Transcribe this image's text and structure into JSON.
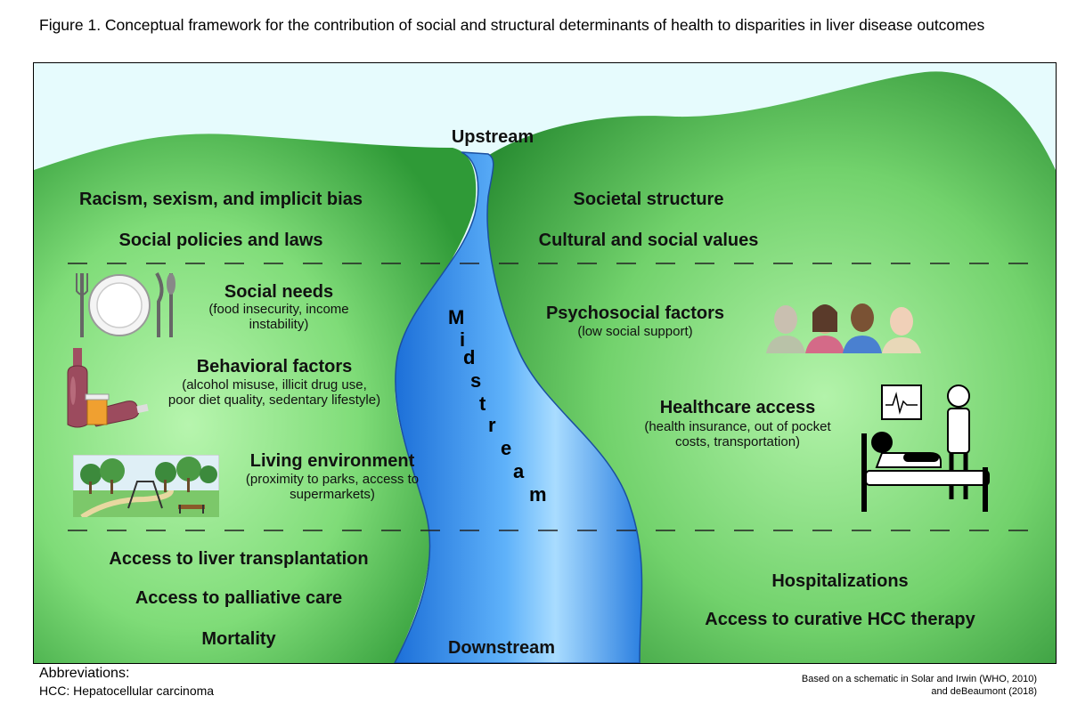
{
  "figure_title": "Figure 1. Conceptual framework for the contribution of social and structural determinants of health to disparities in liver disease outcomes",
  "stream": {
    "upstream": "Upstream",
    "midstream_letters": [
      "M",
      "i",
      "d",
      "s",
      "t",
      "r",
      "e",
      "a",
      "m"
    ],
    "downstream": "Downstream"
  },
  "upstream_left": [
    "Racism, sexism, and implicit bias",
    "Social policies and laws"
  ],
  "upstream_right": [
    "Societal structure",
    "Cultural and social values"
  ],
  "midstream_left": [
    {
      "title": "Social needs",
      "detail": [
        "(food insecurity, income",
        "instability)"
      ],
      "icon": "place-setting-icon"
    },
    {
      "title": "Behavioral factors",
      "detail": [
        "(alcohol misuse, illicit drug use,",
        "poor diet quality, sedentary lifestyle)"
      ],
      "icon": "bottles-icon"
    },
    {
      "title": "Living environment",
      "detail": [
        "(proximity to parks, access to",
        "supermarkets)"
      ],
      "icon": "park-icon"
    }
  ],
  "midstream_right": [
    {
      "title": "Psychosocial factors",
      "detail": [
        "(low social support)"
      ],
      "icon": "people-icon"
    },
    {
      "title": "Healthcare access",
      "detail": [
        "(health insurance, out of pocket",
        "costs, transportation)"
      ],
      "icon": "hospital-bed-icon"
    }
  ],
  "downstream_left": [
    "Access to liver transplantation",
    "Access to palliative care",
    "Mortality"
  ],
  "downstream_right": [
    "Hospitalizations",
    "Access to curative HCC therapy"
  ],
  "abbreviations": {
    "heading": "Abbreviations:",
    "items": [
      "HCC: Hepatocellular carcinoma"
    ]
  },
  "source_note": [
    "Based on a schematic in Solar and Irwin (WHO, 2010)",
    "and deBeaumont (2018)"
  ],
  "colors": {
    "sky": "#e6fbfd",
    "hill": "#5cc45c",
    "hill_light": "#a8f0a0",
    "river": "#3a8ee8",
    "river_light": "#9fd3ff",
    "divider": "#222222"
  }
}
